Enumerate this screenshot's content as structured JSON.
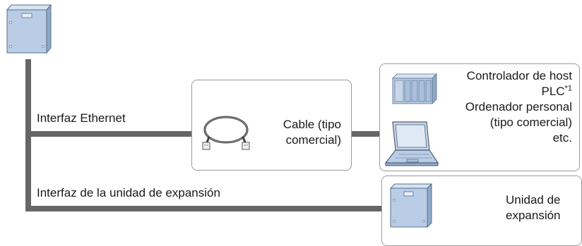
{
  "links": {
    "ethernet_label": "Interfaz Ethernet",
    "expansion_label": "Interfaz de la unidad de expansión"
  },
  "cable": {
    "line1": "Cable (tipo",
    "line2": "comercial)"
  },
  "hosts": {
    "line1": "Controlador de host",
    "line2": "PLC",
    "note_mark": "*1",
    "line3": "Ordenador personal",
    "line4": "(tipo comercial)",
    "line5": "etc."
  },
  "expansion_unit": {
    "line1": "Unidad de",
    "line2": "expansión"
  },
  "colors": {
    "bus": "#666666",
    "device_body": "#b9cde6",
    "device_top": "#d6e3f3",
    "box_border": "#9a9a9a"
  }
}
